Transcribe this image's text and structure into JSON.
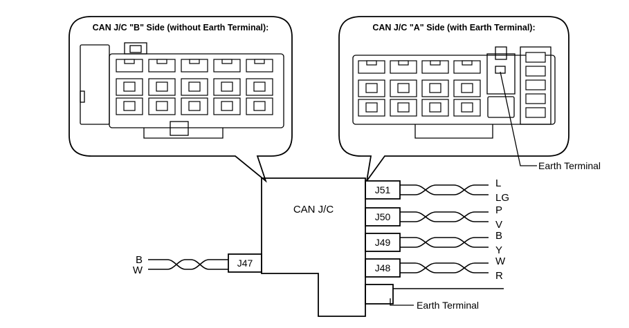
{
  "callout_b": {
    "title": "CAN J/C \"B\" Side (without Earth Terminal):"
  },
  "callout_a": {
    "title": "CAN J/C \"A\" Side (with Earth Terminal):"
  },
  "junction": {
    "label": "CAN J/C"
  },
  "connectors": [
    {
      "id": "J51",
      "wires": [
        "L",
        "LG"
      ]
    },
    {
      "id": "J50",
      "wires": [
        "P",
        "V"
      ]
    },
    {
      "id": "J49",
      "wires": [
        "B",
        "Y"
      ]
    },
    {
      "id": "J48",
      "wires": [
        "W",
        "R"
      ]
    }
  ],
  "left_connector": {
    "id": "J47",
    "wires": [
      "B",
      "W"
    ]
  },
  "earth_terminal_label": "Earth Terminal",
  "colors": {
    "line": "#000000",
    "background": "#ffffff"
  }
}
